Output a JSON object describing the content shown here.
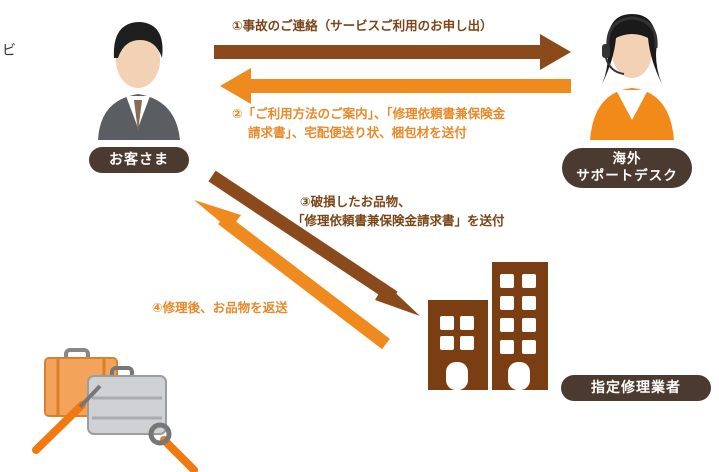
{
  "partial_char": "ビ",
  "customer_label": "お客さま",
  "support_label_1": "海外",
  "support_label_2": "サポートデスク",
  "repair_label": "指定修理業者",
  "steps": {
    "s1": "①事故のご連絡（サービスご利用のお申し出）",
    "s2_line1": "②「ご利用方法のご案内」、「修理依頼書兼保険金",
    "s2_line2": "請求書」、宅配便送り状、梱包材を送付",
    "s3_line1": "③破損したお品物、",
    "s3_line2": "「修理依頼書兼保険金請求書」を送付",
    "s4": "④修理後、お品物を返送"
  },
  "colors": {
    "arrow_brown": "#8b4a1c",
    "arrow_orange": "#ee8a1e",
    "text_brown": "#7a4518",
    "text_orange": "#e8892a",
    "pill": "#4b3a30",
    "building": "#7a3e12"
  }
}
